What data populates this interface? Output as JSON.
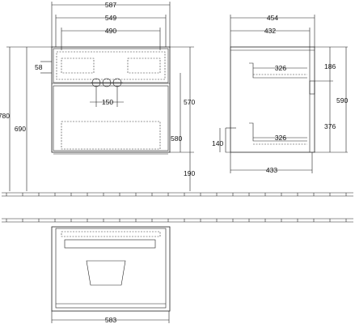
{
  "front_view": {
    "width_overall": "587",
    "width_top": "549",
    "width_inner": "490",
    "tap_offset": "58",
    "tap_spacing": "150",
    "height_total": "780",
    "height_body": "690",
    "height_wall": "570",
    "height_drawer": "580",
    "height_floor": "190"
  },
  "side_view": {
    "depth_overall": "454",
    "depth_top": "432",
    "drawer_upper_depth": "326",
    "drawer_lower_depth": "326",
    "depth_bottom": "433",
    "height_upper": "186",
    "height_lower": "376",
    "height_side": "590",
    "height_step": "140"
  },
  "plan_view": {
    "width_bottom": "583"
  }
}
